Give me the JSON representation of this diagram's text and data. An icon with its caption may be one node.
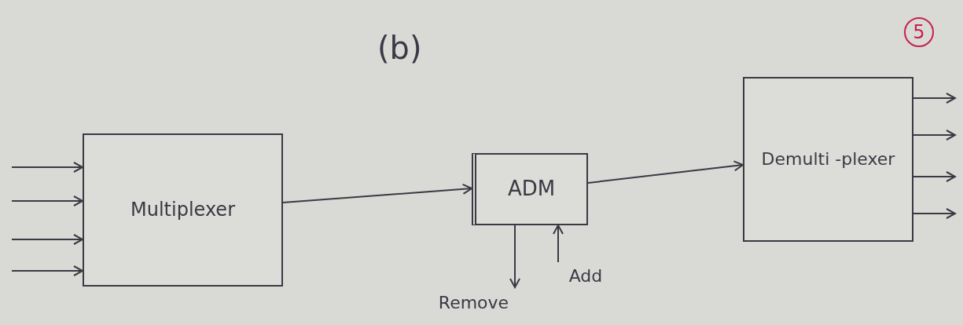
{
  "diagram": {
    "title": "(b)",
    "nodes": [
      {
        "text": [
          "Multiplexer"
        ]
      },
      {
        "text": [
          "ADM"
        ]
      },
      {
        "text": [
          "Demulti -plexer"
        ]
      },
      {
        "text": [
          "Remove"
        ]
      },
      {
        "text": [
          "Add"
        ]
      }
    ],
    "edges": [
      {
        "from": null,
        "to": 0,
        "arrow": "to"
      },
      {
        "from": null,
        "to": 0,
        "arrow": "to"
      },
      {
        "from": null,
        "to": 0,
        "arrow": "to"
      },
      {
        "from": null,
        "to": 0,
        "arrow": "to"
      },
      {
        "from": 0,
        "to": 1,
        "arrow": "to"
      },
      {
        "from": 1,
        "to": 2,
        "arrow": "to"
      },
      {
        "from": 1,
        "to": 3,
        "arrow": "to"
      },
      {
        "from": 4,
        "to": 1,
        "arrow": "to"
      },
      {
        "from": 2,
        "to": null,
        "arrow": "to"
      },
      {
        "from": 2,
        "to": null,
        "arrow": "to"
      },
      {
        "from": 2,
        "to": null,
        "arrow": "to"
      },
      {
        "from": 2,
        "to": null,
        "arrow": "to"
      }
    ],
    "labels": [
      "5"
    ]
  }
}
